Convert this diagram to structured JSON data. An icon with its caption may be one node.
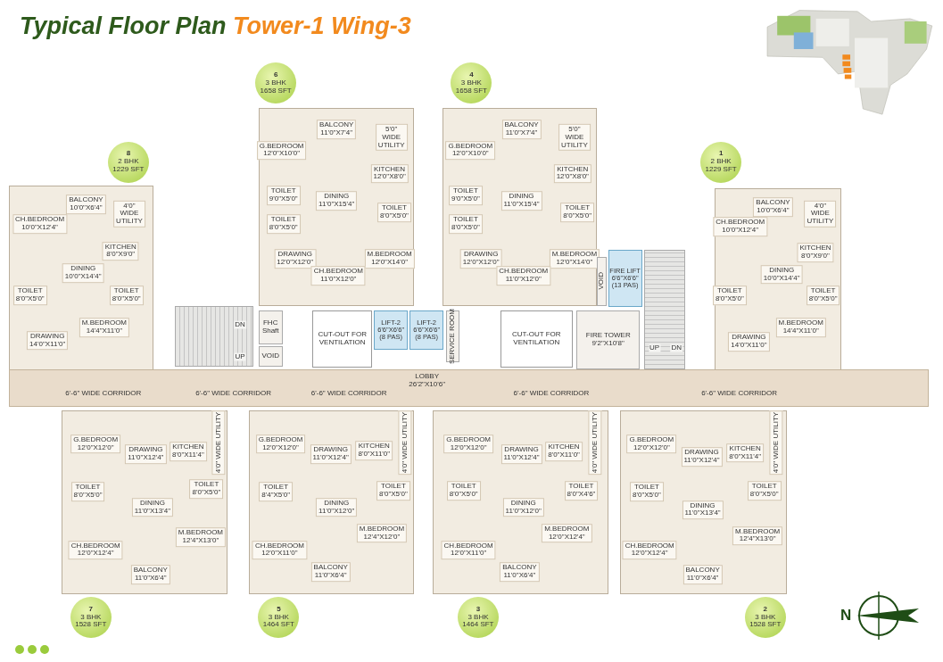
{
  "diagram": {
    "title": "Typical Floor Plan Tower-1 Wing-3",
    "nodes": [
      {
        "text": [
          "8",
          "2 BHK",
          "1229 SFT"
        ]
      },
      {
        "text": [
          "BALCONY",
          "10'0\"X6'4\""
        ],
        "in": 0
      },
      {
        "text": [
          "CH.BEDROOM",
          "10'0\"X12'4\""
        ],
        "in": 0
      },
      {
        "text": [
          "4'0\" WIDE UTILITY"
        ],
        "in": 0
      },
      {
        "text": [
          "KITCHEN",
          "8'0\"X9'0\""
        ],
        "in": 0
      },
      {
        "text": [
          "DINING",
          "10'0\"X14'4\""
        ],
        "in": 0
      },
      {
        "text": [
          "TOILET",
          "8'0\"X5'0\""
        ],
        "in": 0
      },
      {
        "text": [
          "TOILET",
          "8'0\"X5'0\""
        ],
        "in": 0
      },
      {
        "text": [
          "M.BEDROOM",
          "14'4\"X11'0\""
        ],
        "in": 0
      },
      {
        "text": [
          "DRAWING",
          "14'0\"X11'0\""
        ],
        "in": 0
      },
      {
        "text": [
          "6",
          "3 BHK",
          "1658 SFT"
        ]
      },
      {
        "text": [
          "BALCONY",
          "11'0\"X7'4\""
        ],
        "in": 10
      },
      {
        "text": [
          "5'0\" WIDE UTILITY"
        ],
        "in": 10
      },
      {
        "text": [
          "G.BEDROOM",
          "12'0\"X10'0\""
        ],
        "in": 10
      },
      {
        "text": [
          "KITCHEN",
          "12'0\"X8'0\""
        ],
        "in": 10
      },
      {
        "text": [
          "TOILET",
          "9'0\"X5'0\""
        ],
        "in": 10
      },
      {
        "text": [
          "DINING",
          "11'0\"X15'4\""
        ],
        "in": 10
      },
      {
        "text": [
          "TOILET",
          "8'0\"X5'0\""
        ],
        "in": 10
      },
      {
        "text": [
          "TOILET",
          "8'0\"X5'0\""
        ],
        "in": 10
      },
      {
        "text": [
          "DRAWING",
          "12'0\"X12'0\""
        ],
        "in": 10
      },
      {
        "text": [
          "M.BEDROOM",
          "12'0\"X14'0\""
        ],
        "in": 10
      },
      {
        "text": [
          "CH.BEDROOM",
          "11'0\"X12'0\""
        ],
        "in": 10
      },
      {
        "text": [
          "4",
          "3 BHK",
          "1658 SFT"
        ]
      },
      {
        "text": [
          "BALCONY",
          "11'0\"X7'4\""
        ],
        "in": 22
      },
      {
        "text": [
          "5'0\" WIDE UTILITY"
        ],
        "in": 22
      },
      {
        "text": [
          "G.BEDROOM",
          "12'0\"X10'0\""
        ],
        "in": 22
      },
      {
        "text": [
          "KITCHEN",
          "12'0\"X8'0\""
        ],
        "in": 22
      },
      {
        "text": [
          "TOILET",
          "9'0\"X5'0\""
        ],
        "in": 22
      },
      {
        "text": [
          "DINING",
          "11'0\"X15'4\""
        ],
        "in": 22
      },
      {
        "text": [
          "TOILET",
          "8'0\"X5'0\""
        ],
        "in": 22
      },
      {
        "text": [
          "TOILET",
          "8'0\"X5'0\""
        ],
        "in": 22
      },
      {
        "text": [
          "DRAWING",
          "12'0\"X12'0\""
        ],
        "in": 22
      },
      {
        "text": [
          "M.BEDROOM",
          "12'0\"X14'0\""
        ],
        "in": 22
      },
      {
        "text": [
          "CH.BEDROOM",
          "11'0\"X12'0\""
        ],
        "in": 22
      },
      {
        "text": [
          "1",
          "2 BHK",
          "1229 SFT"
        ]
      },
      {
        "text": [
          "BALCONY",
          "10'0\"X6'4\""
        ],
        "in": 34
      },
      {
        "text": [
          "4'0\" WIDE UTILITY"
        ],
        "in": 34
      },
      {
        "text": [
          "CH.BEDROOM",
          "10'0\"X12'4\""
        ],
        "in": 34
      },
      {
        "text": [
          "KITCHEN",
          "8'0\"X9'0\""
        ],
        "in": 34
      },
      {
        "text": [
          "DINING",
          "10'0\"X14'4\""
        ],
        "in": 34
      },
      {
        "text": [
          "TOILET",
          "8'0\"X5'0\""
        ],
        "in": 34
      },
      {
        "text": [
          "TOILET",
          "8'0\"X5'0\""
        ],
        "in": 34
      },
      {
        "text": [
          "M.BEDROOM",
          "14'4\"X11'0\""
        ],
        "in": 34
      },
      {
        "text": [
          "DRAWING",
          "14'0\"X11'0\""
        ],
        "in": 34
      },
      {
        "text": [
          "FIRE LIFT",
          "6'6\"X6'6\"",
          "(13 PAS)"
        ]
      },
      {
        "text": [
          "VOID"
        ]
      },
      {
        "text": [
          "DN",
          "UP"
        ]
      },
      {
        "text": [
          "FHC Shaft"
        ]
      },
      {
        "text": [
          "VOID"
        ]
      },
      {
        "text": [
          "CUT-OUT FOR VENTILATION"
        ]
      },
      {
        "text": [
          "LIFT-2",
          "6'6\"X6'6\"",
          "(8 PAS)"
        ]
      },
      {
        "text": [
          "LIFT-2",
          "6'6\"X6'6\"",
          "(8 PAS)"
        ]
      },
      {
        "text": [
          "SERVICE ROOM"
        ]
      },
      {
        "text": [
          "CUT-OUT FOR VENTILATION"
        ]
      },
      {
        "text": [
          "FIRE TOWER",
          "9'2\"X10'8\""
        ]
      },
      {
        "text": [
          "UP",
          "DN"
        ]
      },
      {
        "text": [
          "6'-6\" WIDE CORRIDOR",
          "6'-6\" WIDE CORRIDOR",
          "6'-6\" WIDE CORRIDOR",
          "LOBBY",
          "26'2\"X10'6\"",
          "6'-6\" WIDE CORRIDOR",
          "6'-6\" WIDE CORRIDOR"
        ]
      },
      {
        "text": [
          "7",
          "3 BHK",
          "1528 SFT"
        ]
      },
      {
        "text": [
          "G.BEDROOM",
          "12'0\"X12'0\""
        ],
        "in": 57
      },
      {
        "text": [
          "DRAWING",
          "11'0\"X12'4\""
        ],
        "in": 57
      },
      {
        "text": [
          "KITCHEN",
          "8'0\"X11'4\""
        ],
        "in": 57
      },
      {
        "text": [
          "4'0\" WIDE UTILITY"
        ],
        "in": 57
      },
      {
        "text": [
          "TOILET",
          "8'0\"X5'0\""
        ],
        "in": 57
      },
      {
        "text": [
          "TOILET",
          "8'0\"X5'0\""
        ],
        "in": 57
      },
      {
        "text": [
          "DINING",
          "11'0\"X13'4\""
        ],
        "in": 57
      },
      {
        "text": [
          "M.BEDROOM",
          "12'4\"X13'0\""
        ],
        "in": 57
      },
      {
        "text": [
          "CH.BEDROOM",
          "12'0\"X12'4\""
        ],
        "in": 57
      },
      {
        "text": [
          "BALCONY",
          "11'0\"X6'4\""
        ],
        "in": 57
      },
      {
        "text": [
          "5",
          "3 BHK",
          "1464 SFT"
        ]
      },
      {
        "text": [
          "G.BEDROOM",
          "12'0\"X12'0\""
        ],
        "in": 68
      },
      {
        "text": [
          "DRAWING",
          "11'0\"X12'4\""
        ],
        "in": 68
      },
      {
        "text": [
          "KITCHEN",
          "8'0\"X11'0\""
        ],
        "in": 68
      },
      {
        "text": [
          "4'0\" WIDE UTILITY"
        ],
        "in": 68
      },
      {
        "text": [
          "TOILET",
          "8'4\"X5'0\""
        ],
        "in": 68
      },
      {
        "text": [
          "TOILET",
          "8'0\"X5'0\""
        ],
        "in": 68
      },
      {
        "text": [
          "DINING",
          "11'0\"X12'0\""
        ],
        "in": 68
      },
      {
        "text": [
          "M.BEDROOM",
          "12'4\"X12'0\""
        ],
        "in": 68
      },
      {
        "text": [
          "CH.BEDROOM",
          "12'0\"X11'0\""
        ],
        "in": 68
      },
      {
        "text": [
          "BALCONY",
          "11'0\"X6'4\""
        ],
        "in": 68
      },
      {
        "text": [
          "3",
          "3 BHK",
          "1464 SFT"
        ]
      },
      {
        "text": [
          "G.BEDROOM",
          "12'0\"X12'0\""
        ],
        "in": 79
      },
      {
        "text": [
          "DRAWING",
          "11'0\"X12'4\""
        ],
        "in": 79
      },
      {
        "text": [
          "KITCHEN",
          "8'0\"X11'0\""
        ],
        "in": 79
      },
      {
        "text": [
          "4'0\" WIDE UTILITY"
        ],
        "in": 79
      },
      {
        "text": [
          "TOILET",
          "8'0\"X5'0\""
        ],
        "in": 79
      },
      {
        "text": [
          "TOILET",
          "8'0\"X4'6\""
        ],
        "in": 79
      },
      {
        "text": [
          "DINING",
          "11'0\"X12'0\""
        ],
        "in": 79
      },
      {
        "text": [
          "M.BEDROOM",
          "12'0\"X12'4\""
        ],
        "in": 79
      },
      {
        "text": [
          "CH.BEDROOM",
          "12'0\"X11'0\""
        ],
        "in": 79
      },
      {
        "text": [
          "BALCONY",
          "11'0\"X6'4\""
        ],
        "in": 79
      },
      {
        "text": [
          "2",
          "3 BHK",
          "1528 SFT"
        ]
      },
      {
        "text": [
          "G.BEDROOM",
          "12'0\"X12'0\""
        ],
        "in": 90
      },
      {
        "text": [
          "DRAWING",
          "11'0\"X12'4\""
        ],
        "in": 90
      },
      {
        "text": [
          "KITCHEN",
          "8'0\"X11'4\""
        ],
        "in": 90
      },
      {
        "text": [
          "4'0\" WIDE UTILITY"
        ],
        "in": 90
      },
      {
        "text": [
          "TOILET",
          "8'0\"X5'0\""
        ],
        "in": 90
      },
      {
        "text": [
          "TOILET",
          "8'0\"X5'0\""
        ],
        "in": 90
      },
      {
        "text": [
          "DINING",
          "11'0\"X13'4\""
        ],
        "in": 90
      },
      {
        "text": [
          "M.BEDROOM",
          "12'4\"X13'0\""
        ],
        "in": 90
      },
      {
        "text": [
          "CH.BEDROOM",
          "12'0\"X12'4\""
        ],
        "in": 90
      },
      {
        "text": [
          "BALCONY",
          "11'0\"X6'4\""
        ],
        "in": 90
      }
    ],
    "labels": [
      "N"
    ]
  }
}
